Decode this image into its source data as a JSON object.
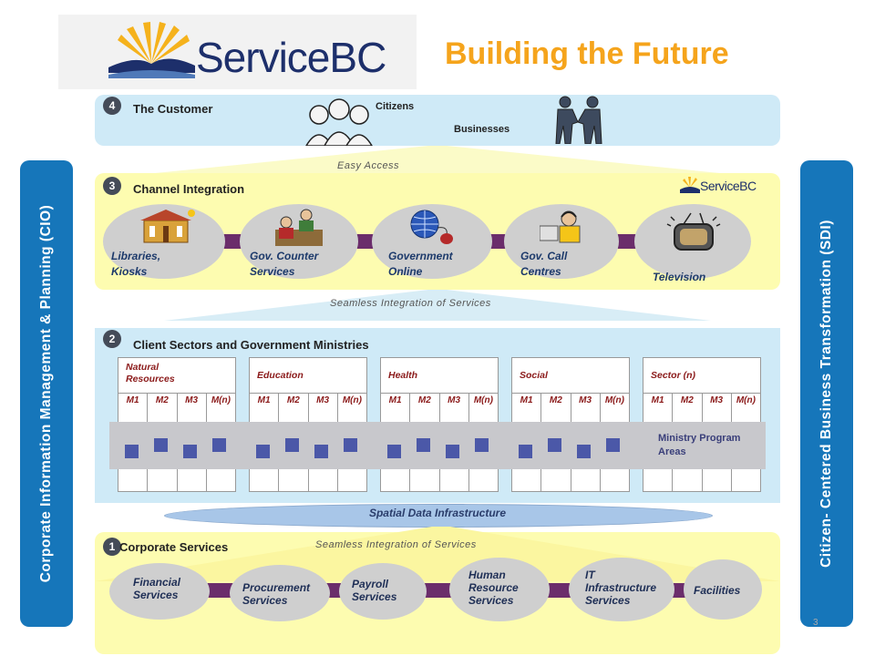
{
  "header": {
    "logo_text": "ServiceBC",
    "title": "Building the Future"
  },
  "side_left": {
    "label": "Corporate Information Management & Planning (CIO)"
  },
  "side_right": {
    "label": "Citizen- Centered Business Transformation (SDI)"
  },
  "customer": {
    "number": "4",
    "title": "The Customer",
    "citizens": "Citizens",
    "businesses": "Businesses"
  },
  "easy_access": "Easy Access",
  "channel": {
    "number": "3",
    "title": "Channel Integration",
    "logo_text": "ServiceBC",
    "items": [
      {
        "line1": "Libraries,",
        "line2": "Kiosks"
      },
      {
        "line1": "Gov. Counter",
        "line2": "Services"
      },
      {
        "line1": "Government",
        "line2": "Online"
      },
      {
        "line1": "Gov. Call",
        "line2": "Centres"
      },
      {
        "line1": "Television",
        "line2": ""
      }
    ]
  },
  "seamless_top": "Seamless Integration of Services",
  "client": {
    "number": "2",
    "title": "Client Sectors and Government Ministries",
    "ministries": [
      {
        "line1": "Natural",
        "line2": "Resources",
        "cols": [
          "M1",
          "M2",
          "M3",
          "M(n)"
        ]
      },
      {
        "line1": "Education",
        "line2": "",
        "cols": [
          "M1",
          "M2",
          "M3",
          "M(n)"
        ]
      },
      {
        "line1": "Health",
        "line2": "",
        "cols": [
          "M1",
          "M2",
          "M3",
          "M(n)"
        ]
      },
      {
        "line1": "Social",
        "line2": "",
        "cols": [
          "M1",
          "M2",
          "M3",
          "M(n)"
        ]
      },
      {
        "line1": "Sector (n)",
        "line2": "",
        "cols": [
          "M1",
          "M2",
          "M3",
          "M(n)"
        ]
      }
    ],
    "program_areas_line1": "Ministry Program",
    "program_areas_line2": "Areas"
  },
  "sdi": "Spatial  Data Infrastructure",
  "corporate": {
    "number": "1",
    "title": "Corporate Services",
    "seamless": "Seamless Integration of Services",
    "items": [
      {
        "line1": "Financial",
        "line2": "Services",
        "line3": ""
      },
      {
        "line1": "Procurement",
        "line2": "Services",
        "line3": ""
      },
      {
        "line1": "Payroll",
        "line2": "Services",
        "line3": ""
      },
      {
        "line1": "Human",
        "line2": "Resource",
        "line3": "Services"
      },
      {
        "line1": "IT",
        "line2": "Infrastructure",
        "line3": "Services"
      },
      {
        "line1": "Facilities",
        "line2": "",
        "line3": ""
      }
    ]
  },
  "page_number": "3",
  "colors": {
    "side_banner": "#1676ba",
    "title": "#f5a41c",
    "connector": "#6b2d6b",
    "band_blue": "#cfeaf7",
    "band_yellow": "#fdfcb0"
  }
}
